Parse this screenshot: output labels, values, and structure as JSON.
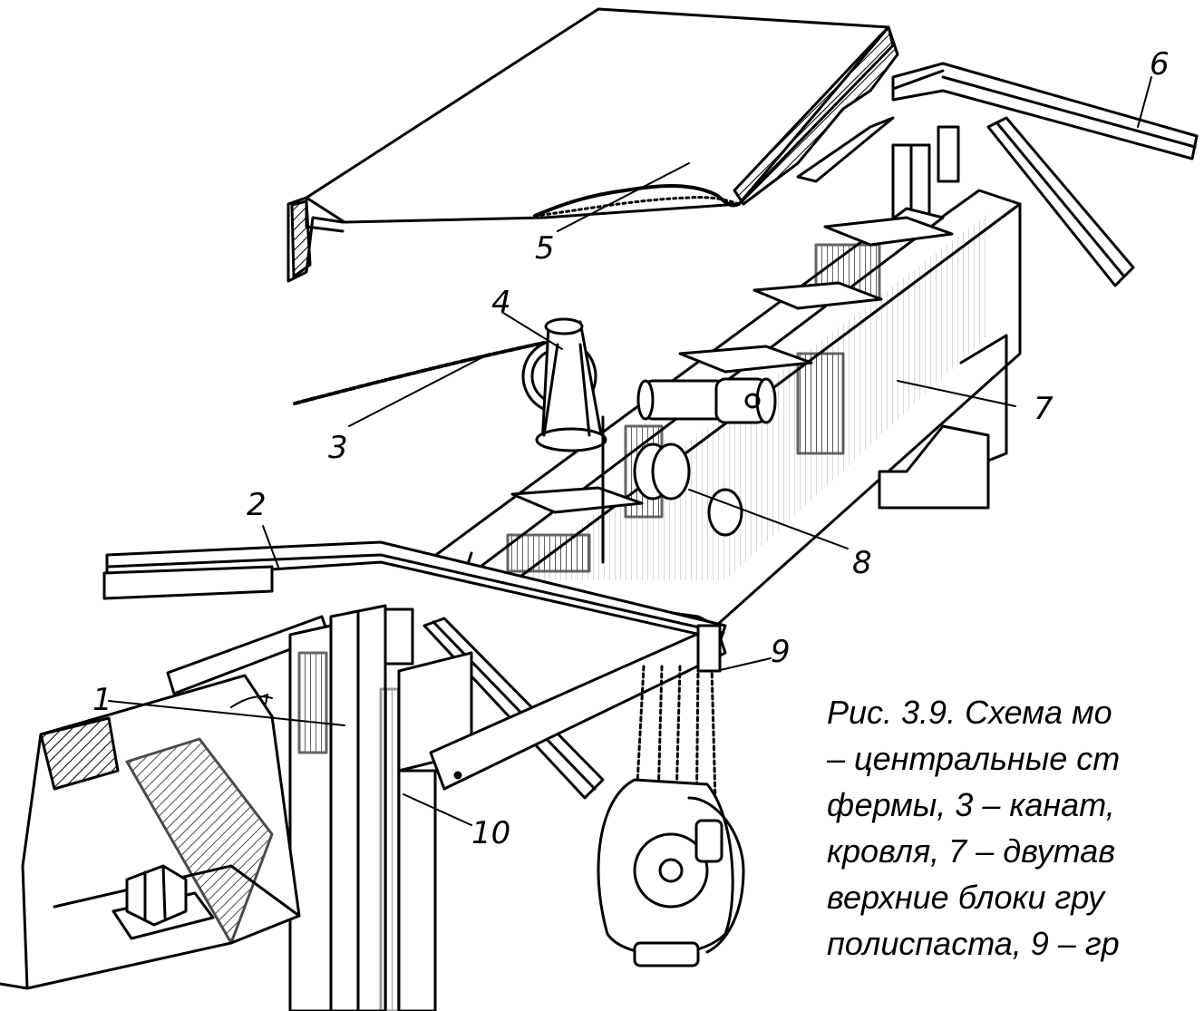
{
  "figure": {
    "labels": {
      "l1": "1",
      "l2": "2",
      "l3": "3",
      "l4": "4",
      "l5": "5",
      "l6": "6",
      "l7": "7",
      "l8": "8",
      "l9": "9",
      "l10": "10"
    },
    "caption_lines": [
      "Рис. 3.9. Схема мо",
      "– центральные ст",
      "фермы, 3 – канат,",
      "кровля, 7 – двутав",
      "верхние блоки гру",
      "полиспаста, 9 – гр"
    ]
  },
  "colors": {
    "ink": "#000000",
    "paper": "#ffffff"
  }
}
